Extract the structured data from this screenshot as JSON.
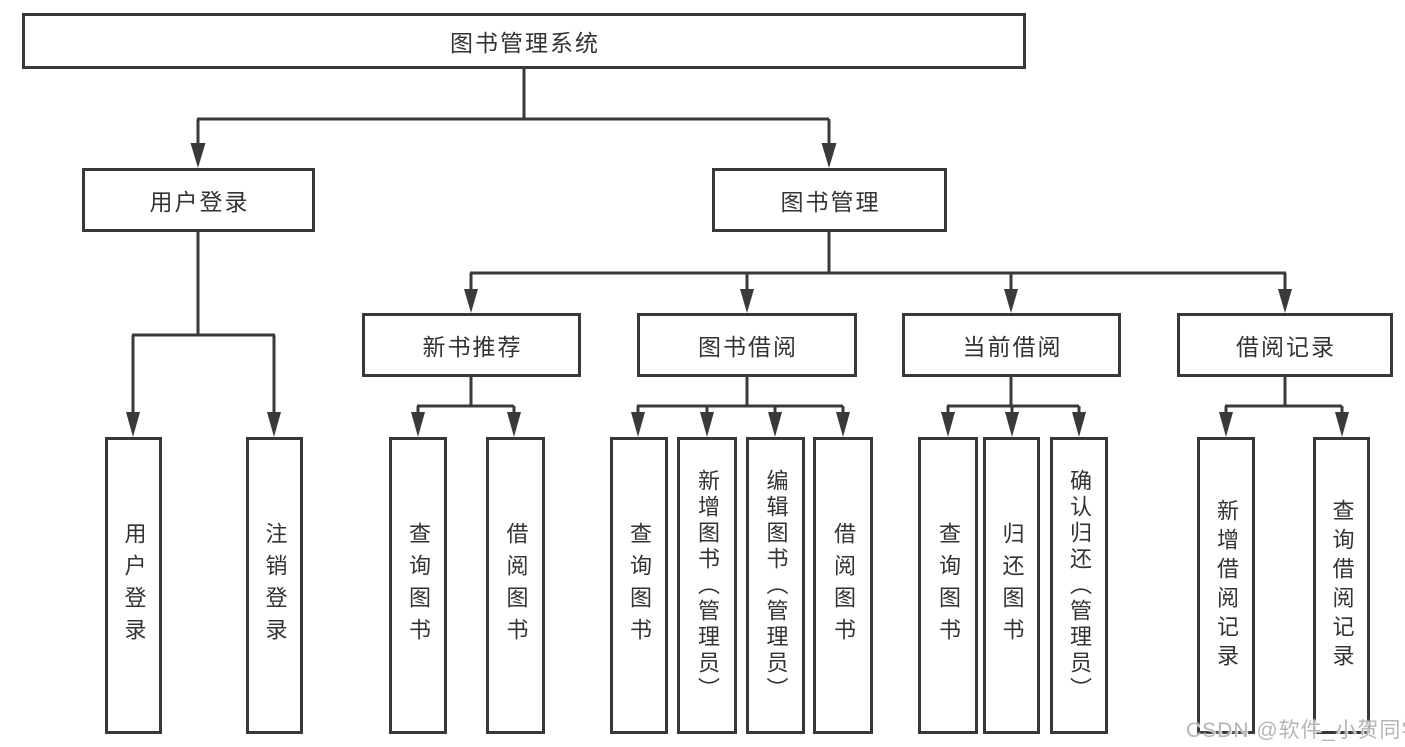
{
  "root": {
    "label": "图书管理系统"
  },
  "branches": [
    {
      "label": "用户登录"
    },
    {
      "label": "图书管理"
    }
  ],
  "modules": [
    {
      "label": "新书推荐"
    },
    {
      "label": "图书借阅"
    },
    {
      "label": "当前借阅"
    },
    {
      "label": "借阅记录"
    }
  ],
  "functions": [
    {
      "label": "用户登录"
    },
    {
      "label": "注销登录"
    },
    {
      "label": "查询图书"
    },
    {
      "label": "借阅图书"
    },
    {
      "label": "查询图书"
    },
    {
      "label": "新增图书（管理员）"
    },
    {
      "label": "编辑图书（管理员）"
    },
    {
      "label": "借阅图书"
    },
    {
      "label": "查询图书"
    },
    {
      "label": "归还图书"
    },
    {
      "label": "确认归还（管理员）"
    },
    {
      "label": "新增借阅记录"
    },
    {
      "label": "查询借阅记录"
    }
  ],
  "watermark": {
    "text": "CSDN @软件_小贺同学"
  },
  "colors": {
    "line": "#3a3a3a",
    "border": "#383838",
    "text": "#333333",
    "watermark": "#b5b5b5",
    "background": "#ffffff"
  }
}
